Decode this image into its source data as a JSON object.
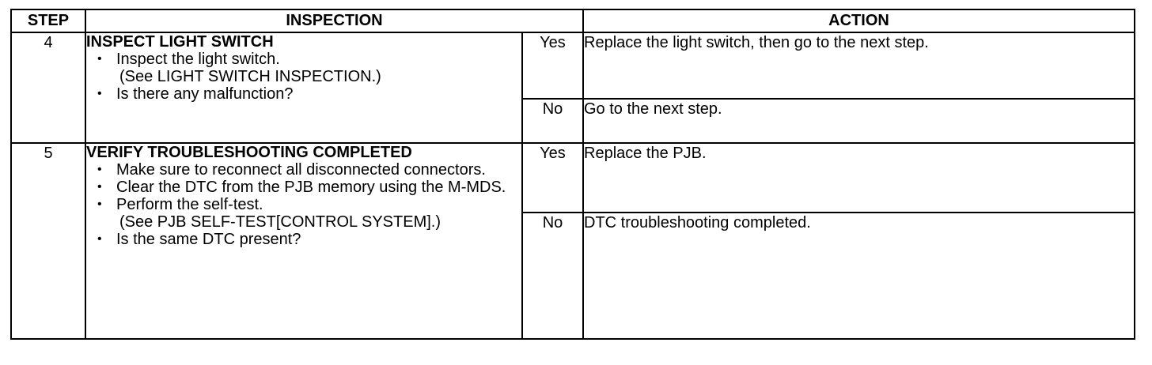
{
  "headers": {
    "step": "STEP",
    "inspection": "INSPECTION",
    "action": "ACTION"
  },
  "rows": [
    {
      "step": "4",
      "title": "INSPECT LIGHT SWITCH",
      "bullets": [
        "Inspect the light switch.",
        "Is there any malfunction?"
      ],
      "sub_note": "(See LIGHT SWITCH INSPECTION.)",
      "yes_label": "Yes",
      "yes_action": "Replace the light switch, then go to the next step.",
      "no_label": "No",
      "no_action": "Go to the next step."
    },
    {
      "step": "5",
      "title": "VERIFY TROUBLESHOOTING COMPLETED",
      "bullets": [
        "Make sure to reconnect all disconnected connectors.",
        "Clear the DTC from the PJB memory using the M-MDS.",
        "Perform the self-test.",
        "Is the same DTC present?"
      ],
      "sub_note": "(See PJB SELF-TEST[CONTROL SYSTEM].)",
      "yes_label": "Yes",
      "yes_action": "Replace the PJB.",
      "no_label": "No",
      "no_action": "DTC troubleshooting completed."
    }
  ],
  "bullet_glyph": "•"
}
